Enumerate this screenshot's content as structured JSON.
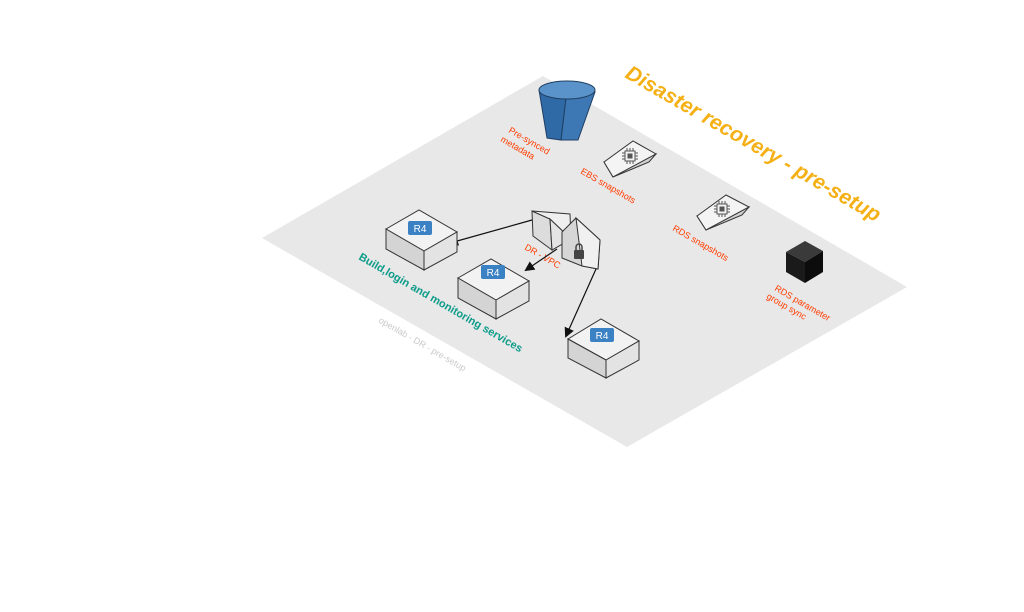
{
  "diagram": {
    "title": "Disaster recovery - pre-setup",
    "watermark": "openlab - DR - pre-setup",
    "colors": {
      "platform": "#e8e8e8",
      "title": "#f5b016",
      "label_red": "#ff3d00",
      "label_teal": "#0e9c8a",
      "bucket": "#3d78b4",
      "r4_badge": "#3b82c4",
      "node_top": "#f2f2f2",
      "node_side": "#d4d4d4",
      "black_cube": "#1a1a1a"
    },
    "nodes": {
      "bucket": {
        "label_line1": "Pre-synced",
        "label_line2": "metadata",
        "icon": "s3-bucket-icon"
      },
      "ebs": {
        "label": "EBS snapshots",
        "icon": "chip-icon"
      },
      "rds": {
        "label": "RDS snapshots",
        "icon": "chip-icon"
      },
      "rds_param": {
        "label_line1": "RDS parameter",
        "label_line2": "group sync",
        "icon": "black-cube-icon"
      },
      "vpc": {
        "label": "DR - VPC",
        "icon": "lock-icon"
      },
      "services_group": {
        "label": "Build,login and monitoring services"
      },
      "r4_a": {
        "badge": "R4"
      },
      "r4_b": {
        "badge": "R4"
      },
      "r4_c": {
        "badge": "R4"
      }
    }
  }
}
